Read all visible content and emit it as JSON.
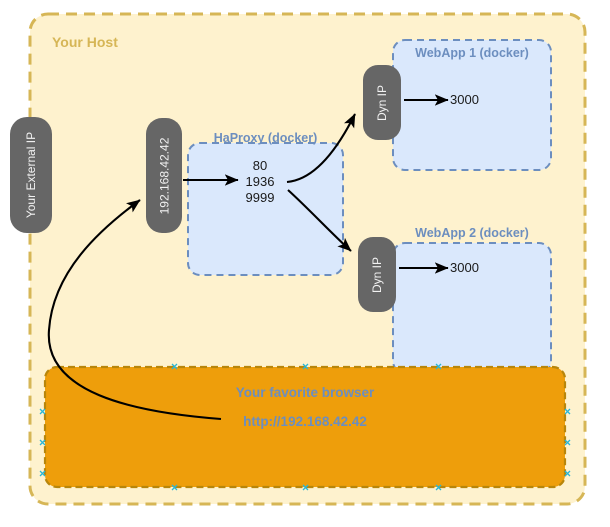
{
  "diagram": {
    "title": "Your Host",
    "host_border_color": "#D6B656",
    "host_fill_color": "#FEF2CE",
    "docker_fill_color": "#DAE8FC",
    "docker_border_color": "#6C8EBF",
    "node_fill_color": "#666666",
    "browser_fill_color": "#EE9E0B",
    "browser_border_color": "#B8860B",
    "arrow_color": "#000000",
    "selection_handle_color": "#29B6D6"
  },
  "nodes": {
    "external_ip": {
      "label": "Your External IP"
    },
    "host_ip": {
      "label": "192.168.42.42"
    },
    "haproxy": {
      "title": "HaProxy (docker)",
      "ports": [
        "80",
        "1936",
        "9999"
      ]
    },
    "dyn_ip_1": {
      "label": "Dyn IP"
    },
    "dyn_ip_2": {
      "label": "Dyn IP"
    },
    "webapp1": {
      "title": "WebApp 1 (docker)",
      "port": "3000"
    },
    "webapp2": {
      "title": "WebApp 2 (docker)",
      "port": "3000"
    },
    "browser": {
      "title": "Your favorite browser",
      "url": "http://192.168.42.42",
      "selected": true
    }
  }
}
